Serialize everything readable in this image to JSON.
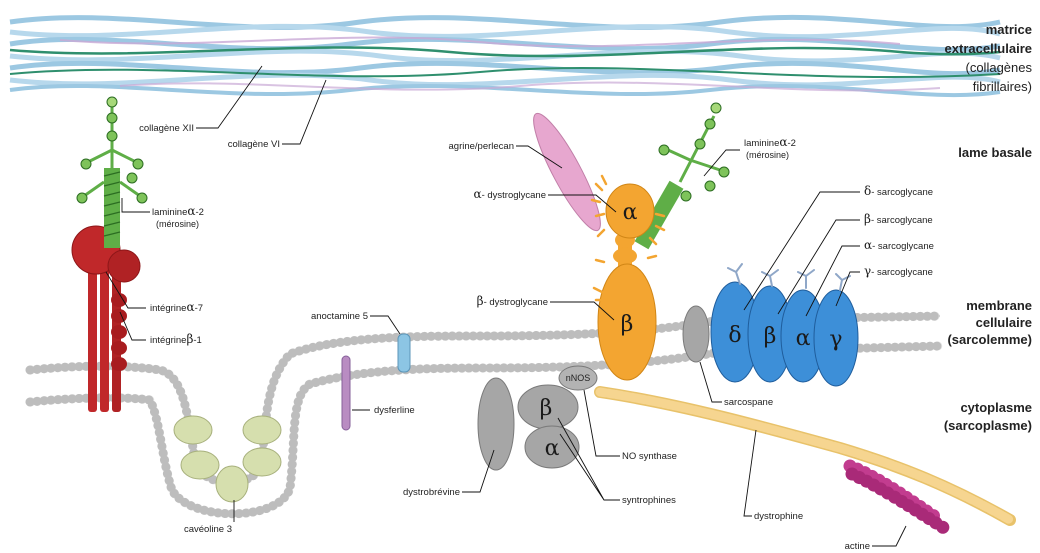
{
  "regions": {
    "ecm_line1": "matrice",
    "ecm_line2": "extracellulaire",
    "ecm_line3": "(collagènes",
    "ecm_line4": "fibrillaires)",
    "basal": "lame basale",
    "membrane_line1": "membrane",
    "membrane_line2": "cellulaire",
    "membrane_line3": "(sarcolemme)",
    "cyto_line1": "cytoplasme",
    "cyto_line2": "(sarcoplasme)"
  },
  "labels": {
    "collagen12": "collagène XII",
    "collagen6": "collagène VI",
    "laminin_left_a": "laminine",
    "laminin_left_alpha": "α",
    "laminin_left_b": "-2",
    "laminin_left_c": "(mérosine)",
    "integrin_a7_a": "intégrine",
    "integrin_a7_greek": "α",
    "integrin_a7_b": "-7",
    "integrin_b1_a": "intégrine",
    "integrin_b1_greek": "β",
    "integrin_b1_b": "-1",
    "anoctamine": "anoctamine 5",
    "dysferline": "dysferline",
    "caveoline": "cavéoline 3",
    "agrin": "agrine/perlecan",
    "alpha_dg_greek": "α",
    "alpha_dg": "- dystroglycane",
    "beta_dg_greek": "β",
    "beta_dg": "- dystroglycane",
    "laminin_right_a": "laminine",
    "laminin_right_alpha": "α",
    "laminin_right_b": "-2",
    "laminin_right_c": "(mérosine)",
    "delta_sg_greek": "δ",
    "delta_sg": "- sarcoglycane",
    "beta_sg_greek": "β",
    "beta_sg": "- sarcoglycane",
    "alpha_sg_greek": "α",
    "alpha_sg": "- sarcoglycane",
    "gamma_sg_greek": "γ",
    "gamma_sg": "- sarcoglycane",
    "sarcospane": "sarcospane",
    "nnos": "nNOS",
    "no_synthase": "NO synthase",
    "syntrophines": "syntrophines",
    "dystrobrevine": "dystrobrévine",
    "dystrophine": "dystrophine",
    "actine": "actine"
  },
  "symbols": {
    "dg_alpha": "α",
    "dg_beta": "β",
    "sg_delta": "δ",
    "sg_beta": "β",
    "sg_alpha": "α",
    "sg_gamma": "γ",
    "syn_beta": "β",
    "syn_alpha": "α"
  },
  "colors": {
    "collagen": "#9cc8e2",
    "collagen_dark": "#2f8f6e",
    "laminin": "#5fae47",
    "integrin": "#c0282a",
    "dystroglycan": "#f3a531",
    "sarcoglycan": "#3d8fd8",
    "grey_protein": "#a6a6a6",
    "caveolin": "#d6dfae",
    "dysferlin": "#b98cc2",
    "anoctamin": "#8cc5e4",
    "agrin": "#e7a7cf",
    "actin": "#c23c8f",
    "dystrophin": "#f6d590",
    "membrane": "#d9d9d9"
  }
}
